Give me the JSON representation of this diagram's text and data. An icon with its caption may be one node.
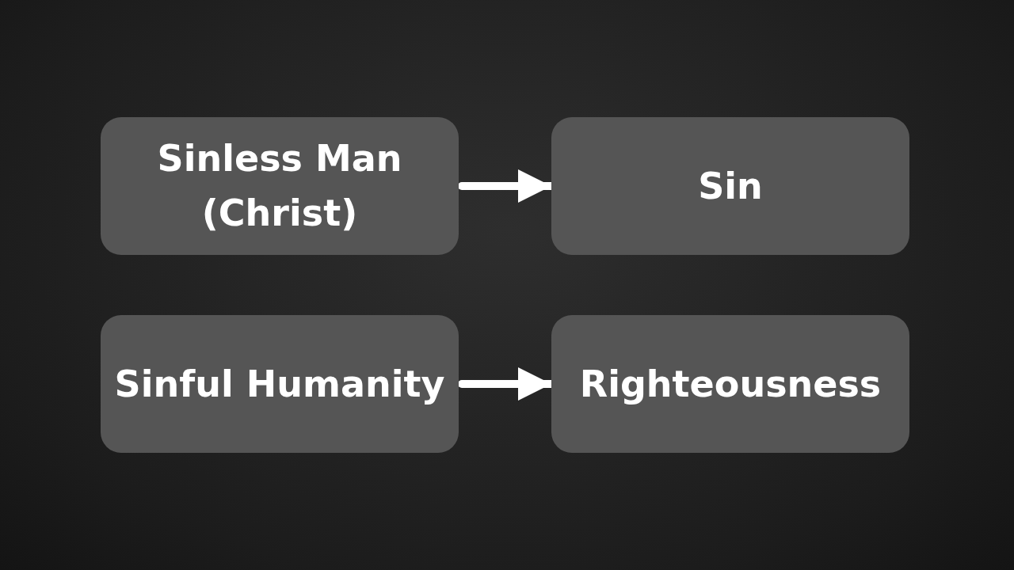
{
  "diagram": {
    "nodes": [
      {
        "text": [
          "Sinless Man (Christ)"
        ]
      },
      {
        "text": [
          "Sin"
        ]
      },
      {
        "text": [
          "Sinful Humanity"
        ]
      },
      {
        "text": [
          "Righteousness"
        ]
      }
    ],
    "edges": [
      {
        "from": 0,
        "to": 1,
        "arrow": "to"
      },
      {
        "from": 2,
        "to": 3,
        "arrow": "to"
      }
    ]
  }
}
